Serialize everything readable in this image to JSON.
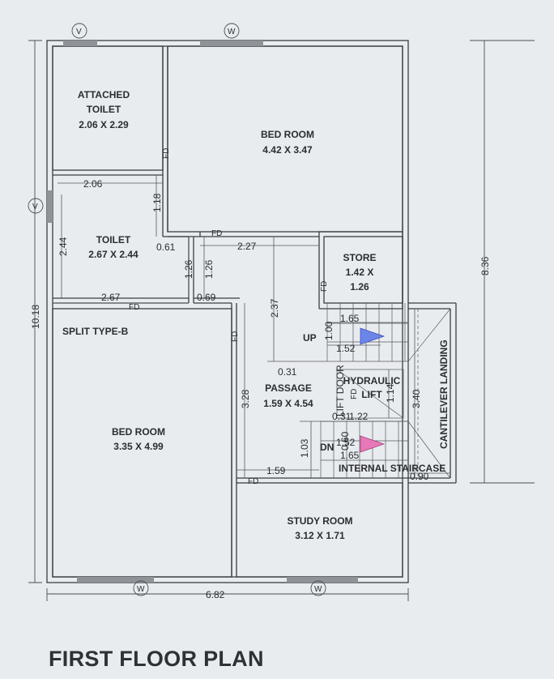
{
  "rooms": {
    "attached_toilet": {
      "name": "ATTACHED",
      "name2": "TOILET",
      "size": "2.06 X 2.29"
    },
    "bedroom_top": {
      "name": "BED ROOM",
      "size": "4.42 X 3.47"
    },
    "toilet": {
      "name": "TOILET",
      "size": "2.67 X 2.44"
    },
    "store": {
      "name": "STORE",
      "size": "1.42 X",
      "size2": "1.26"
    },
    "split_type": "SPLIT TYPE-B",
    "bedroom_left": {
      "name": "BED ROOM",
      "size": "3.35 X 4.99"
    },
    "passage": {
      "name": "PASSAGE",
      "size": "1.59 X 4.54"
    },
    "hydraulic_lift": {
      "name": "HYDRAULIC",
      "name2": "LIFT"
    },
    "study_room": {
      "name": "STUDY ROOM",
      "size": "3.12 X 1.71"
    },
    "internal_staircase": "INTERNAL STAIRCASE",
    "cantilever_landing": "CANTILEVER LANDING",
    "lift_door": "LIFT DOOR"
  },
  "door_tags": [
    "FD",
    "FD",
    "FD",
    "FD",
    "FD",
    "FD",
    "FD"
  ],
  "window_tags": {
    "v": "V",
    "w": "W"
  },
  "stairs": {
    "up": "UP",
    "dn": "DN"
  },
  "dimensions": {
    "d206": "2.06",
    "d118": "1.18",
    "d244": "2.44",
    "d061": "0.61",
    "d227": "2.27",
    "d126a": "1.26",
    "d126b": "1.26",
    "d237": "2.37",
    "d267": "2.67",
    "d069": "0.69",
    "d165a": "1.65",
    "d100": "1.00",
    "d152a": "1.52",
    "d031a": "0.31",
    "d328": "3.28",
    "d114": "1.14",
    "d340": "3.40",
    "d031b": "0.31",
    "d122": "1.22",
    "d103": "1.03",
    "d152b": "1.52",
    "d165b": "1.65",
    "d159": "1.59",
    "d090": "0.90",
    "d060": "0.60",
    "d682": "6.82",
    "d1018": "10.18",
    "d836": "8.36"
  },
  "arrows": {
    "up_color": "#6b86e8",
    "dn_color": "#e879b8"
  },
  "title": "FIRST FLOOR PLAN"
}
